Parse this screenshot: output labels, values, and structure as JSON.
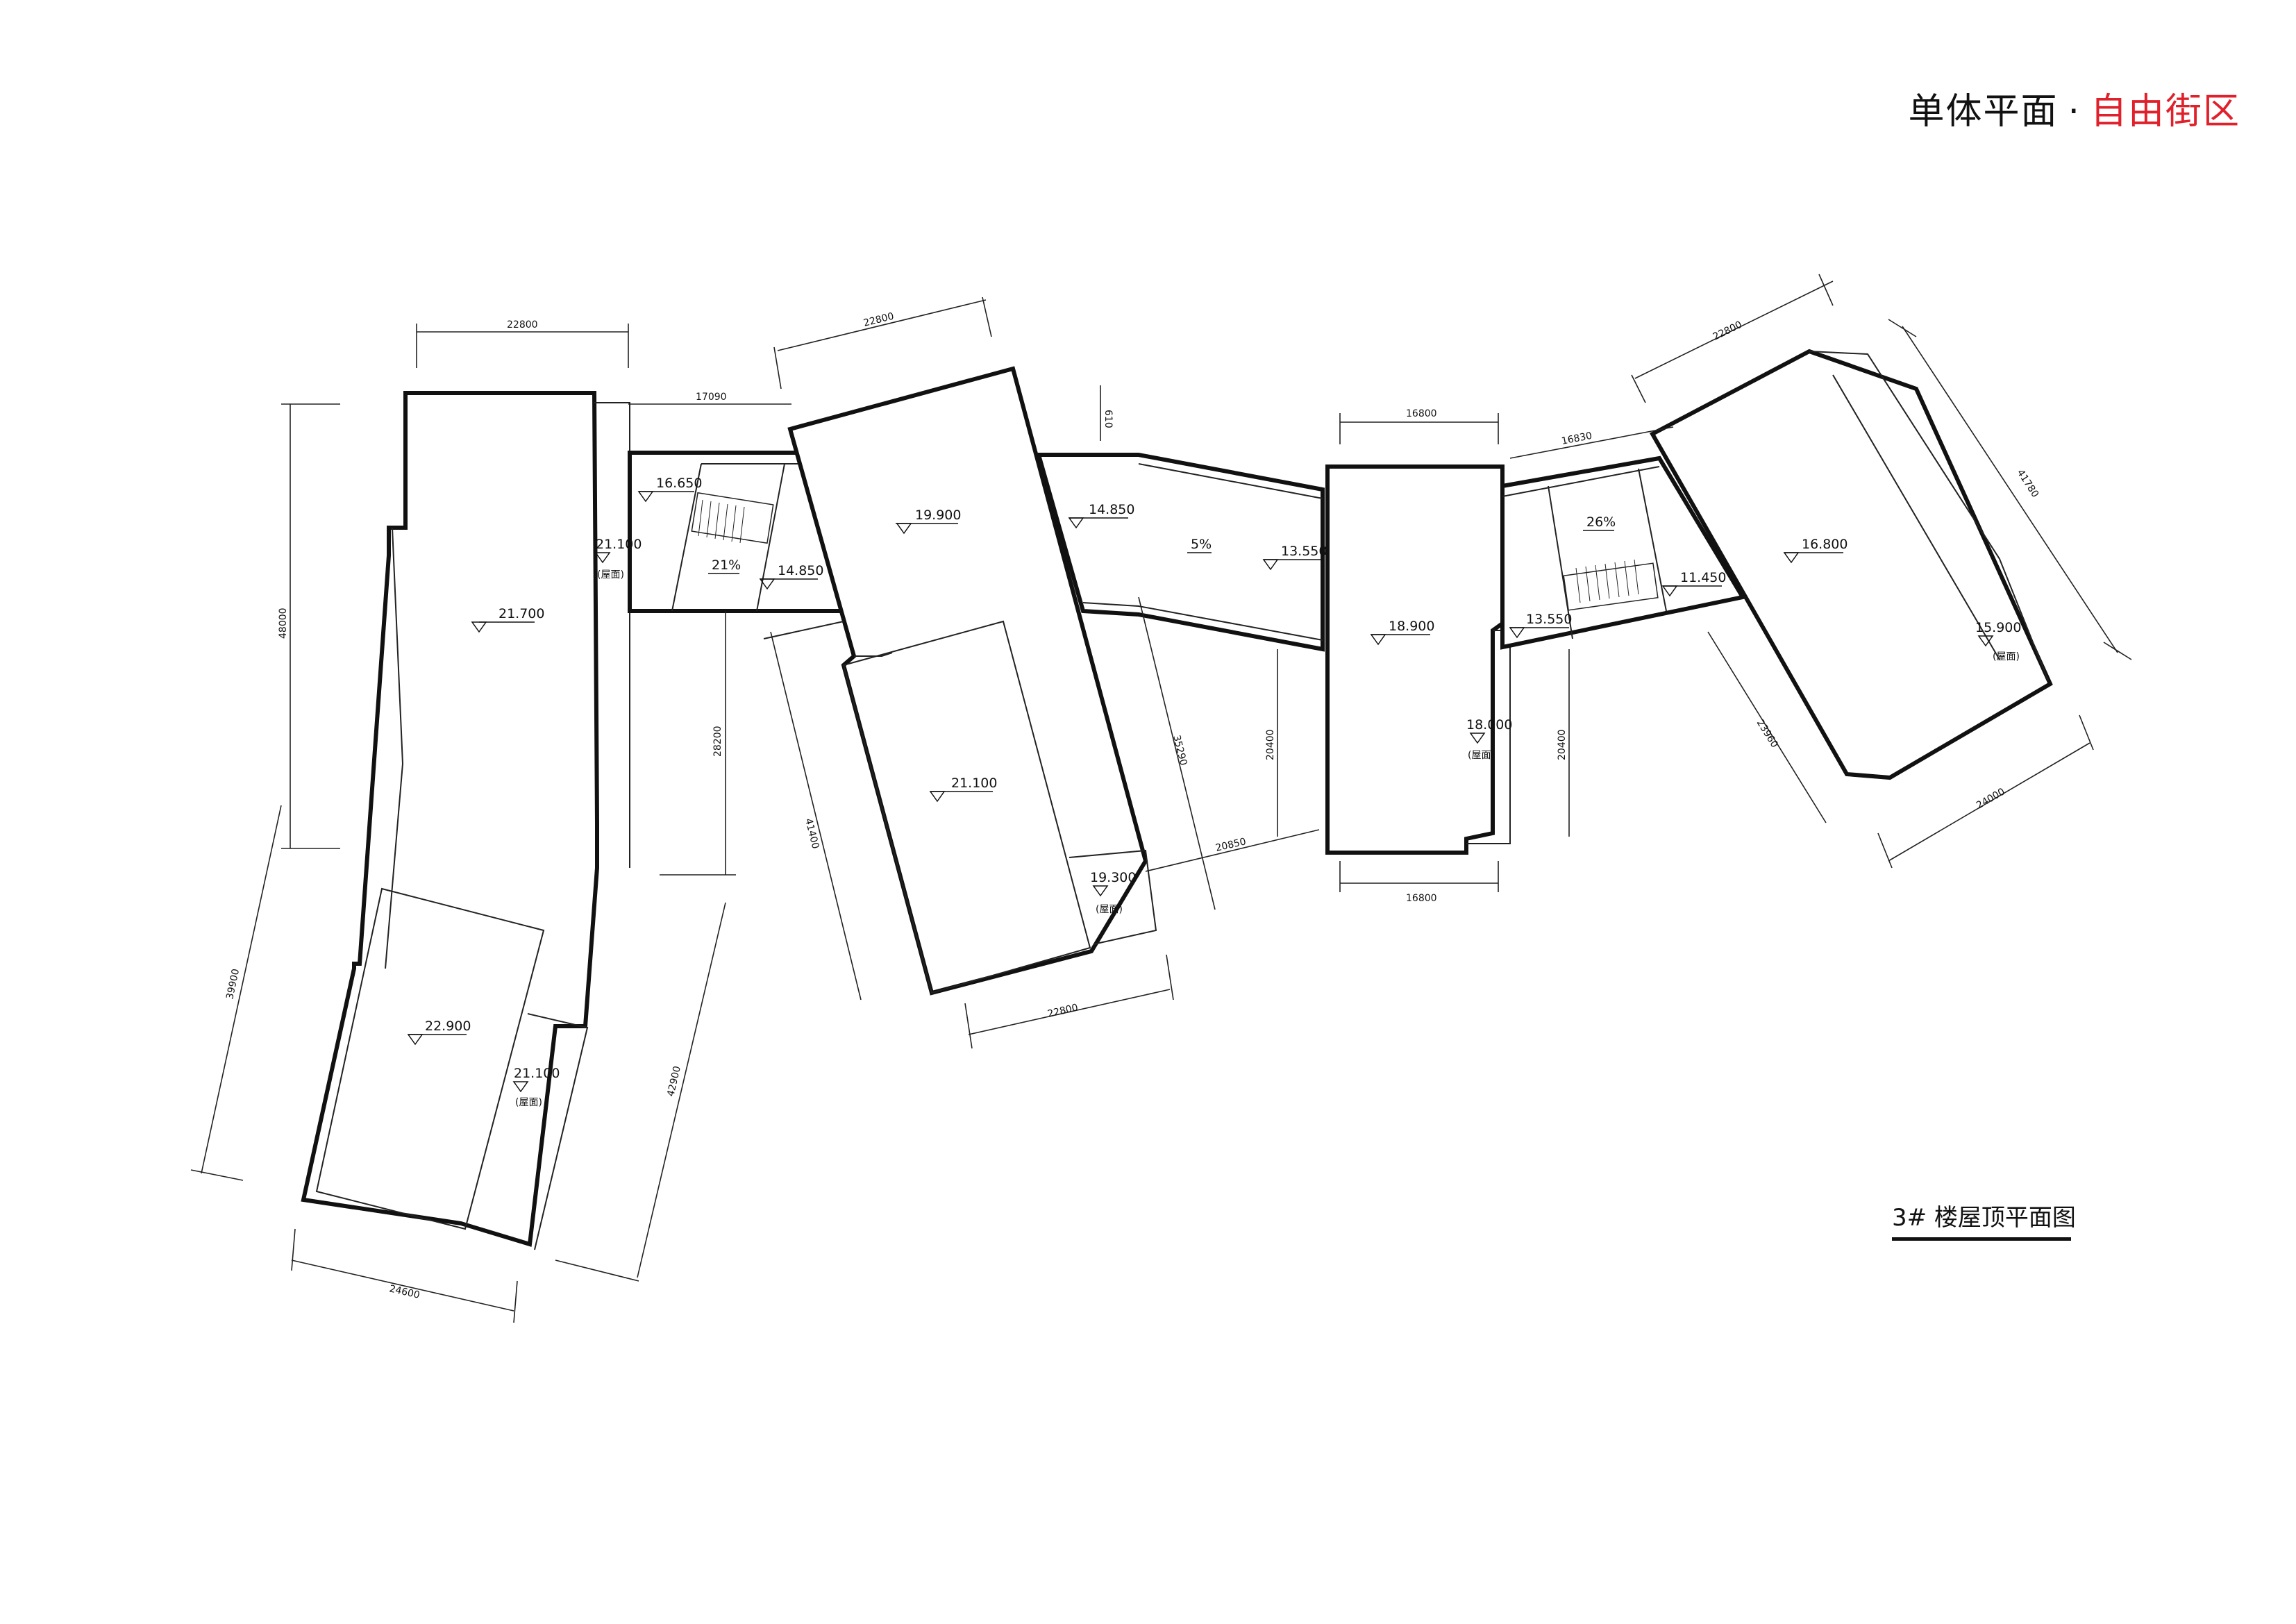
{
  "header": {
    "title_black": "单体平面",
    "separator": "·",
    "title_red": "自由街区"
  },
  "caption": "3# 楼屋顶平面图",
  "colors": {
    "accent_red": "#e0202a",
    "line": "#111111"
  },
  "elevations": {
    "e1": "21.700",
    "e2": "22.900",
    "e3": "21.100",
    "e3n": "(屋面)",
    "e4": "21.100",
    "e4n": "(屋面)",
    "e5": "16.650",
    "e6": "21%",
    "e7": "14.850",
    "e8": "19.900",
    "e9": "21.100",
    "e10": "19.300",
    "e10n": "(屋面)",
    "e11": "14.850",
    "e12": "5%",
    "e13": "13.550",
    "e14": "18.900",
    "e15": "18.000",
    "e15n": "(屋面)",
    "e16": "13.550",
    "e17": "26%",
    "e18": "11.450",
    "e19": "16.800",
    "e20": "15.900",
    "e20n": "(屋面)"
  },
  "dimensions": {
    "d1": "22800",
    "d2": "48000",
    "d3": "17090",
    "d4": "28200",
    "d5": "39900",
    "d6": "24600",
    "d7": "42900",
    "d8": "22800",
    "d9": "610",
    "d10": "41400",
    "d11": "35290",
    "d12": "20400",
    "d13": "22800",
    "d14": "20850",
    "d15": "16800",
    "d16": "16800",
    "d17": "20400",
    "d18": "16830",
    "d19": "22800",
    "d20": "41780",
    "d21": "23960",
    "d22": "24000"
  }
}
